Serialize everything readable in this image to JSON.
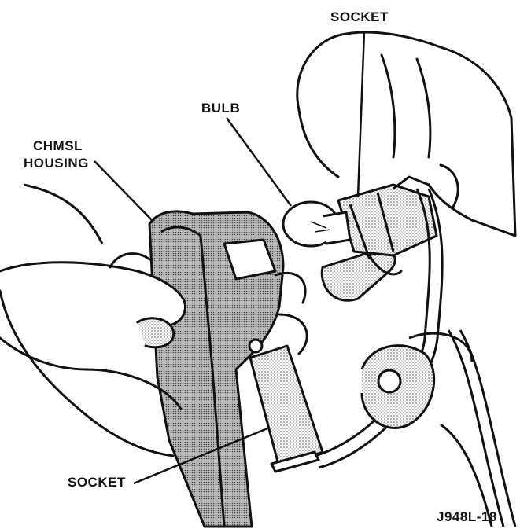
{
  "labels": {
    "socket_top": "SOCKET",
    "bulb": "BULB",
    "housing_line1": "CHMSL",
    "housing_line2": "HOUSING",
    "socket_bottom": "SOCKET",
    "figure_code": "J948L-18"
  },
  "colors": {
    "ink": "#111111",
    "skin_shade": "#bfbfbf",
    "housing_shade": "#a8a8a8",
    "background": "#ffffff"
  }
}
